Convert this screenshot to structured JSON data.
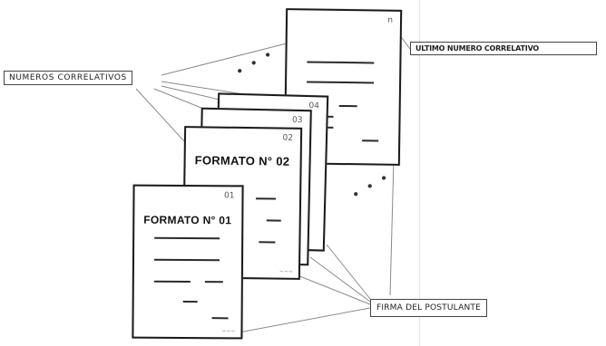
{
  "callouts": {
    "numeros_correlativos": "NUMEROS CORRELATIVOS",
    "ultimo_numero_correlativo": "ULTIMO NUMERO CORRELATIVO",
    "firma_del_postulante": "FIRMA DEL POSTULANTE"
  },
  "pages": {
    "formato01": {
      "title": "FORMATO N° 01",
      "number": "01"
    },
    "formato02": {
      "title": "FORMATO N° 02",
      "number": "02"
    },
    "page03": {
      "number": "03"
    },
    "page04": {
      "number": "04"
    },
    "last_page": {
      "number": "n"
    }
  },
  "ellipsis": "• • •"
}
